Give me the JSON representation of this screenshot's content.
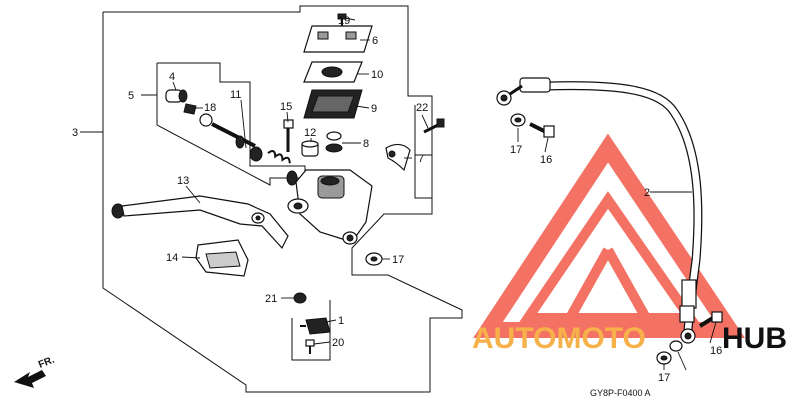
{
  "diagram": {
    "code": "GY8P-F0400 A",
    "direction": "FR.",
    "watermark": {
      "prefix": "AUTOMOTO",
      "suffix": "HUB",
      "color_red": "#f15a4a",
      "color_orange": "#f6b14a"
    },
    "callouts": {
      "c1": "1",
      "c2": "2",
      "c3": "3",
      "c4": "4",
      "c5": "5",
      "c6": "6",
      "c7": "7",
      "c8": "8",
      "c9": "9",
      "c10": "10",
      "c11": "11",
      "c12": "12",
      "c13": "13",
      "c14": "14",
      "c15": "15",
      "c16a": "16",
      "c16b": "16",
      "c17a": "17",
      "c17b": "17",
      "c17c": "17",
      "c18": "18",
      "c19": "19",
      "c20": "20",
      "c21": "21",
      "c22": "22"
    }
  }
}
